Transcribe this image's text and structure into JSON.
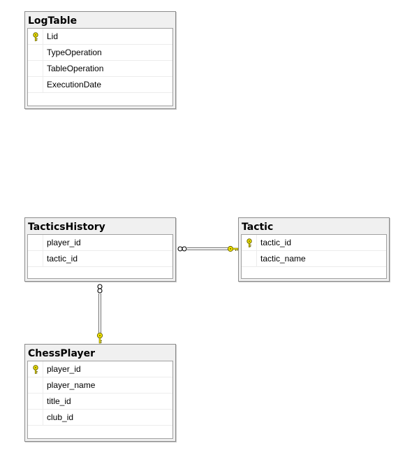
{
  "colors": {
    "key": "#f2e600",
    "key_outline": "#6b6400"
  },
  "icons": {
    "primary_key": "key-icon",
    "many_end": "infinity-icon",
    "one_end": "key-icon"
  },
  "tables": {
    "logtable": {
      "name": "LogTable",
      "columns": [
        {
          "name": "Lid",
          "pk": true
        },
        {
          "name": "TypeOperation",
          "pk": false
        },
        {
          "name": "TableOperation",
          "pk": false
        },
        {
          "name": "ExecutionDate",
          "pk": false
        }
      ]
    },
    "tacticshistory": {
      "name": "TacticsHistory",
      "columns": [
        {
          "name": "player_id",
          "pk": false
        },
        {
          "name": "tactic_id",
          "pk": false
        }
      ]
    },
    "tactic": {
      "name": "Tactic",
      "columns": [
        {
          "name": "tactic_id",
          "pk": true
        },
        {
          "name": "tactic_name",
          "pk": false
        }
      ]
    },
    "chessplayer": {
      "name": "ChessPlayer",
      "columns": [
        {
          "name": "player_id",
          "pk": true
        },
        {
          "name": "player_name",
          "pk": false
        },
        {
          "name": "title_id",
          "pk": false
        },
        {
          "name": "club_id",
          "pk": false
        }
      ]
    }
  }
}
